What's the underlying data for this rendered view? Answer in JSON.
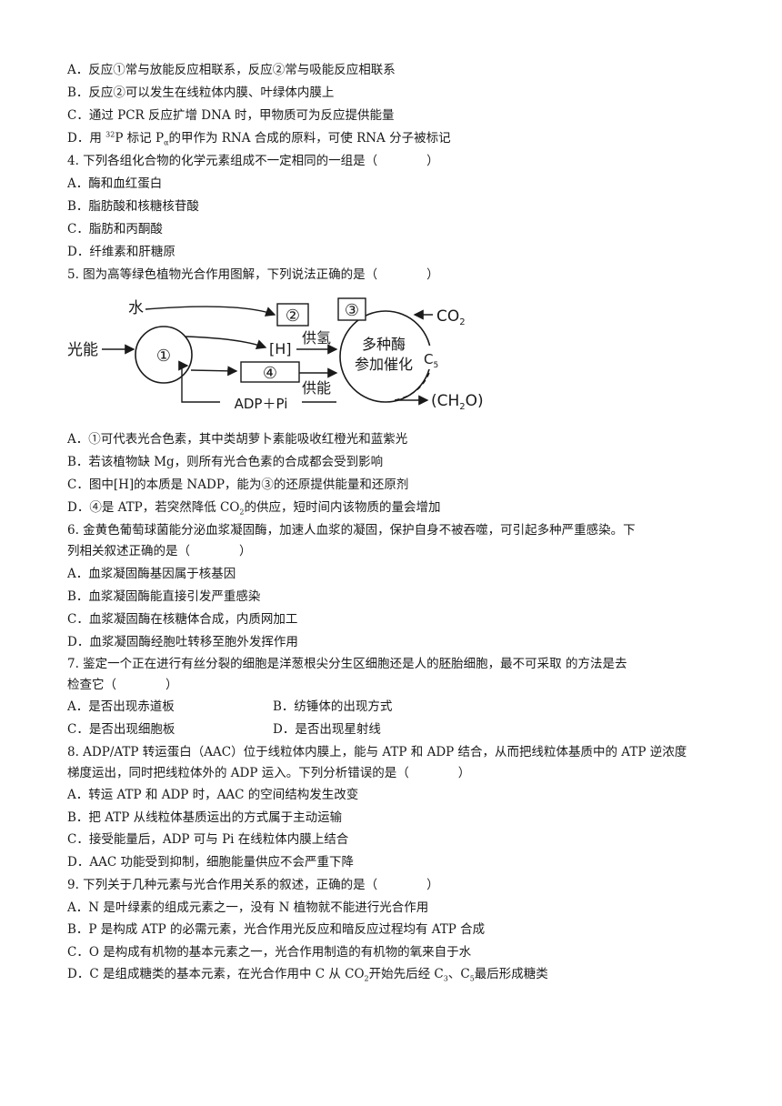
{
  "q3": {
    "a": "A．反应①常与放能反应相联系，反应②常与吸能反应相联系",
    "b": "B．反应②可以发生在线粒体内膜、叶绿体内膜上",
    "c": "C．通过 PCR 反应扩增 DNA 时，甲物质可为反应提供能量",
    "d_pre": "D．用",
    "d_sup": "32",
    "d_mid": "P 标记 P",
    "d_sub": "α",
    "d_post": "的甲作为 RNA 合成的原料，可使 RNA 分子被标记"
  },
  "q4": {
    "stem": "4. 下列各组化合物的化学元素组成不一定相同的一组是（　　　　）",
    "a": "A．酶和血红蛋白",
    "b": "B．脂肪酸和核糖核苷酸",
    "c": "C．脂肪和丙酮酸",
    "d": "D．纤维素和肝糖原"
  },
  "q5": {
    "stem": "5. 图为高等绿色植物光合作用图解，下列说法正确的是（　　　　）",
    "diagram": {
      "water": "水",
      "light": "光能",
      "c1": "①",
      "c2": "②",
      "c3": "③",
      "c4": "④",
      "h": "[H]",
      "gongqing": "供氢",
      "gongneng": "供能",
      "adp": "ADP＋Pi",
      "enzyme1": "多种酶",
      "enzyme2": "参加催化",
      "co2": "CO",
      "co2_sub": "2",
      "c5": "C",
      "c5_sub": "5",
      "ch2o_pre": "(CH",
      "ch2o_sub": "2",
      "ch2o_post": "O)"
    },
    "a": "A．①可代表光合色素，其中类胡萝卜素能吸收红橙光和蓝紫光",
    "b": "B．若该植物缺 Mg，则所有光合色素的合成都会受到影响",
    "c": "C．图中[H]的本质是 NADP，能为③的还原提供能量和还原剂",
    "d_pre": "D．④是 ATP，若突然降低 CO",
    "d_sub": "2",
    "d_post": "的供应，短时间内该物质的量会增加"
  },
  "q6": {
    "stem1": "6. 金黄色葡萄球菌能分泌血浆凝固酶，加速人血浆的凝固，保护自身不被吞噬，可引起多种严重感染。下",
    "stem2": "列相关叙述正确的是（　　　　）",
    "a": "A．血浆凝固酶基因属于核基因",
    "b": "B．血浆凝固酶能直接引发严重感染",
    "c": "C．血浆凝固酶在核糖体合成，内质网加工",
    "d": "D．血浆凝固酶经胞吐转移至胞外发挥作用"
  },
  "q7": {
    "stem1": "7. 鉴定一个正在进行有丝分裂的细胞是洋葱根尖分生区细胞还是人的胚胎细胞，最不可采取 的方法是去",
    "stem2": "检查它（　　　　）",
    "a": "A．是否出现赤道板",
    "b": "B．纺锤体的出现方式",
    "c": "C．是否出现细胞板",
    "d": "D．是否出现星射线"
  },
  "q8": {
    "stem1": "8. ADP/ATP 转运蛋白（AAC）位于线粒体内膜上，能与 ATP 和 ADP 结合，从而把线粒体基质中的 ATP 逆浓度",
    "stem2": "梯度运出，同时把线粒体外的 ADP 运入。下列分析错误的是（　　　　）",
    "a": "A．转运 ATP 和 ADP 时，AAC 的空间结构发生改变",
    "b": "B．把 ATP 从线粒体基质运出的方式属于主动运输",
    "c": "C．接受能量后，ADP 可与 Pi 在线粒体内膜上结合",
    "d": "D．AAC 功能受到抑制，细胞能量供应不会严重下降"
  },
  "q9": {
    "stem": "9. 下列关于几种元素与光合作用关系的叙述，正确的是（　　　　）",
    "a": "A．N 是叶绿素的组成元素之一，没有 N 植物就不能进行光合作用",
    "b": "B．P 是构成 ATP 的必需元素，光合作用光反应和暗反应过程均有 ATP 合成",
    "c": "C．O 是构成有机物的基本元素之一，光合作用制造的有机物的氧来自于水",
    "d_pre": "D．C 是组成糖类的基本元素，在光合作用中 C 从 CO",
    "d_sub1": "2",
    "d_mid": "开始先后经 C",
    "d_sub2": "3",
    "d_sep": "、C",
    "d_sub3": "5",
    "d_post": "最后形成糖类"
  }
}
